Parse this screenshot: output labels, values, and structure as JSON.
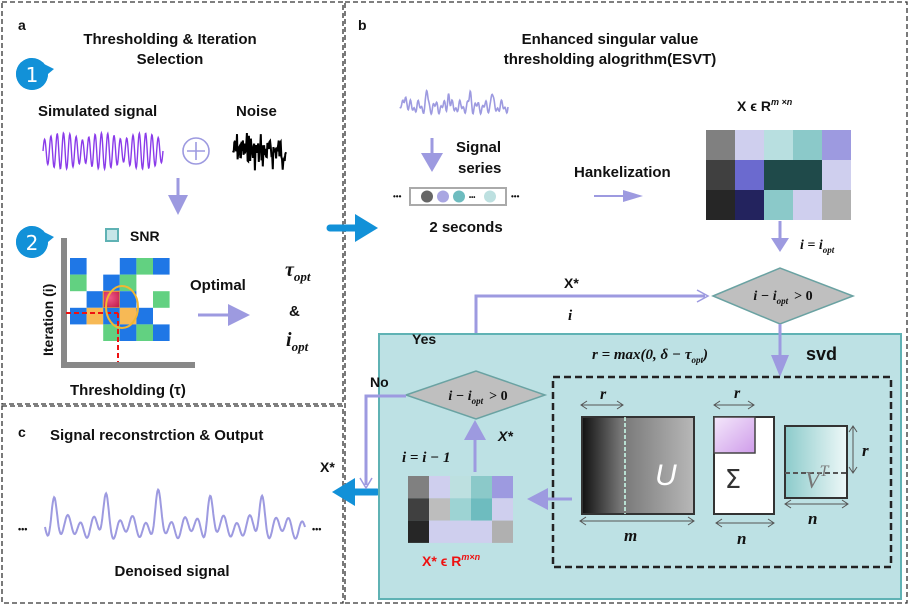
{
  "panel_a": {
    "letter": "a",
    "title_line1": "Thresholding & Iteration",
    "title_line2": "Selection",
    "step1": "1",
    "step2": "2",
    "simulated_signal": "Simulated signal",
    "noise": "Noise",
    "snr_legend": "SNR",
    "y_axis": "Iteration (i)",
    "x_axis": "Thresholding (τ)",
    "optimal": "Optimal",
    "tau_opt": "τ",
    "tau_sub": "opt",
    "amp": "&",
    "i_opt": "i",
    "i_sub": "opt",
    "heatmap": [
      [
        "b",
        "",
        "",
        "b",
        "g",
        "b"
      ],
      [
        "g",
        "",
        "b",
        "g",
        "",
        ""
      ],
      [
        "",
        "b",
        "p",
        "b",
        "",
        "g"
      ],
      [
        "b",
        "o",
        "b",
        "o",
        "b",
        ""
      ],
      [
        "",
        "",
        "g",
        "b",
        "g",
        "b"
      ]
    ],
    "colors": {
      "b": "#1f77e6",
      "g": "#62d181",
      "o": "#f7b955",
      "p": "#d9396b"
    }
  },
  "panel_b": {
    "letter": "b",
    "title_line1": "Enhanced singular value",
    "title_line2": "thresholding alogrithm(ESVT)",
    "signal_series_1": "Signal",
    "signal_series_2": "series",
    "two_seconds": "2 seconds",
    "hankelization": "Hankelization",
    "matrix_label": "X ϵ R",
    "matrix_sup": "m ×n",
    "matrix_cells": [
      [
        "#808080",
        "#cfcfee",
        "#b8dfe0",
        "#8bc9c9",
        "#9d9ae0"
      ],
      [
        "#404040",
        "#6b6acf",
        "#1f4a4a",
        "#1f4a4a",
        "#cfcfee"
      ],
      [
        "#262626",
        "#23235e",
        "#8bc9c9",
        "#cfcfee",
        "#b0b0b0"
      ]
    ],
    "i_eq_iopt": "i = i",
    "i_eq_iopt_sub": "opt",
    "cond_top": "i − i",
    "cond_sub": "opt",
    "cond_tail": "> 0",
    "x_star": "X*",
    "i_label": "i",
    "yes": "Yes",
    "no": "No",
    "r_formula": "r = max(0, δ − τ",
    "r_formula_sub": "opt",
    "r_formula_tail": ")",
    "svd": "svd",
    "r": "r",
    "m": "m",
    "n": "n",
    "U": "U",
    "Sigma": "Σ",
    "VT": "V",
    "VT_sup": "T",
    "i_minus_1": "i = i − 1",
    "x_star_up": "X*",
    "xstar_matrix_label": "X* ϵ R",
    "xstar_matrix_sup": "m×n",
    "xstar_cells": [
      [
        "#808080",
        "#cfcfee",
        "#bde0e0",
        "#8bc9c9",
        "#9d9ae0"
      ],
      [
        "#404040",
        "#bdbdbd",
        "#9dd3d3",
        "#6ebcbf",
        "#cfcfee"
      ],
      [
        "#262626",
        "#cfcfee",
        "#cfcfee",
        "#cfcfee",
        "#b0b0b0"
      ]
    ]
  },
  "panel_c": {
    "letter": "c",
    "title": "Signal reconstrction & Output",
    "x_star": "X*",
    "dots": "•••",
    "denoised": "Denoised signal"
  },
  "colors": {
    "accent_purple": "#9d9ae0",
    "accent_blue": "#1291d8",
    "svd_bg": "#bde1e4",
    "svd_border": "#5fb2b4",
    "diamond": "#bfbfbf",
    "red": "#ee1111"
  }
}
